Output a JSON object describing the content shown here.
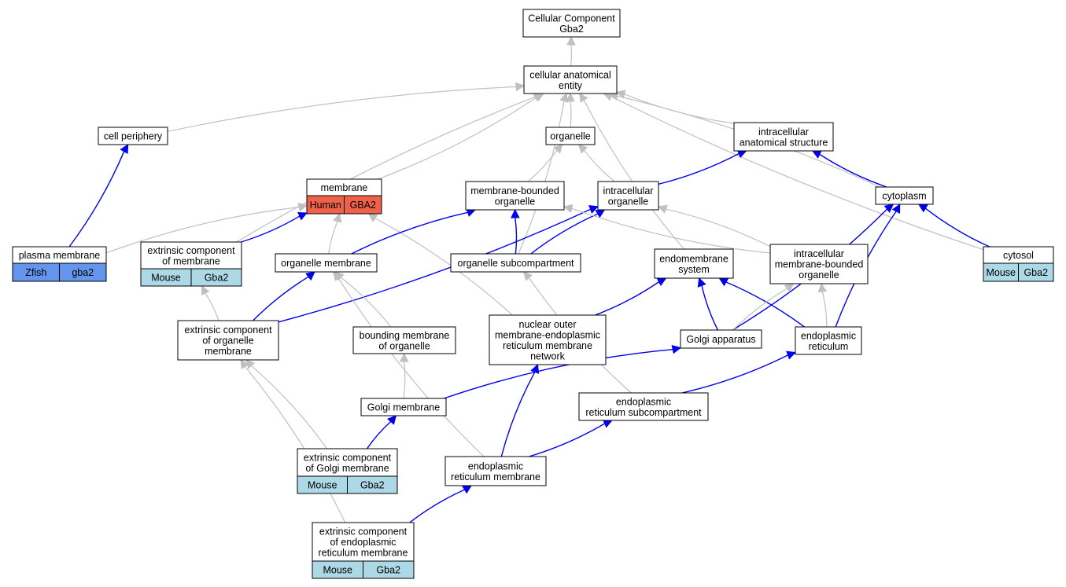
{
  "colors": {
    "gray_edge": "#c0c0c0",
    "blue_edge": "#0000ee",
    "human": "#f0614a",
    "mouse": "#add8e6",
    "zfish": "#6495ed"
  },
  "nodes": [
    {
      "id": "cc",
      "lines": [
        "Cellular Component",
        "Gba2"
      ]
    },
    {
      "id": "cae",
      "lines": [
        "cellular anatomical",
        "entity"
      ]
    },
    {
      "id": "cellper",
      "lines": [
        "cell periphery"
      ]
    },
    {
      "id": "organelle",
      "lines": [
        "organelle"
      ]
    },
    {
      "id": "ias",
      "lines": [
        "intracellular",
        "anatomical structure"
      ]
    },
    {
      "id": "membrane",
      "lines": [
        "membrane"
      ],
      "cells": [
        {
          "label": "Human",
          "species": "human"
        },
        {
          "label": "GBA2",
          "species": "human"
        }
      ]
    },
    {
      "id": "mbo",
      "lines": [
        "membrane-bounded",
        "organelle"
      ]
    },
    {
      "id": "io",
      "lines": [
        "intracellular",
        "organelle"
      ]
    },
    {
      "id": "cytoplasm",
      "lines": [
        "cytoplasm"
      ]
    },
    {
      "id": "plasma",
      "lines": [
        "plasma membrane"
      ],
      "cells": [
        {
          "label": "Zfish",
          "species": "zfish"
        },
        {
          "label": "gba2",
          "species": "zfish"
        }
      ]
    },
    {
      "id": "ecm",
      "lines": [
        "extrinsic component",
        "of membrane"
      ],
      "cells": [
        {
          "label": "Mouse",
          "species": "mouse"
        },
        {
          "label": "Gba2",
          "species": "mouse"
        }
      ]
    },
    {
      "id": "orgmem",
      "lines": [
        "organelle membrane"
      ]
    },
    {
      "id": "osub",
      "lines": [
        "organelle subcompartment"
      ]
    },
    {
      "id": "endosys",
      "lines": [
        "endomembrane",
        "system"
      ]
    },
    {
      "id": "imbo",
      "lines": [
        "intracellular",
        "membrane-bounded",
        "organelle"
      ]
    },
    {
      "id": "cytosol",
      "lines": [
        "cytosol"
      ],
      "cells": [
        {
          "label": "Mouse",
          "species": "mouse"
        },
        {
          "label": "Gba2",
          "species": "mouse"
        }
      ]
    },
    {
      "id": "ecom",
      "lines": [
        "extrinsic component",
        "of organelle",
        "membrane"
      ]
    },
    {
      "id": "bmo",
      "lines": [
        "bounding membrane",
        "of organelle"
      ]
    },
    {
      "id": "nomer",
      "lines": [
        "nuclear outer",
        "membrane-endoplasmic",
        "reticulum membrane",
        "network"
      ]
    },
    {
      "id": "golgi",
      "lines": [
        "Golgi apparatus"
      ]
    },
    {
      "id": "er",
      "lines": [
        "endoplasmic",
        "reticulum"
      ]
    },
    {
      "id": "golgimem",
      "lines": [
        "Golgi membrane"
      ]
    },
    {
      "id": "ersub",
      "lines": [
        "endoplasmic",
        "reticulum subcompartment"
      ]
    },
    {
      "id": "ecgm",
      "lines": [
        "extrinsic component",
        "of Golgi membrane"
      ],
      "cells": [
        {
          "label": "Mouse",
          "species": "mouse"
        },
        {
          "label": "Gba2",
          "species": "mouse"
        }
      ]
    },
    {
      "id": "erm",
      "lines": [
        "endoplasmic",
        "reticulum membrane"
      ]
    },
    {
      "id": "ecerm",
      "lines": [
        "extrinsic component",
        "of endoplasmic",
        "reticulum membrane"
      ],
      "cells": [
        {
          "label": "Mouse",
          "species": "mouse"
        },
        {
          "label": "Gba2",
          "species": "mouse"
        }
      ]
    }
  ],
  "edges": [
    {
      "from": "cae",
      "to": "cc",
      "kind": "gray"
    },
    {
      "from": "cellper",
      "to": "cae",
      "kind": "gray"
    },
    {
      "from": "organelle",
      "to": "cae",
      "kind": "gray"
    },
    {
      "from": "ias",
      "to": "cae",
      "kind": "gray"
    },
    {
      "from": "membrane",
      "to": "cae",
      "kind": "gray"
    },
    {
      "from": "ecm",
      "to": "cae",
      "kind": "gray"
    },
    {
      "from": "osub",
      "to": "cae",
      "kind": "gray"
    },
    {
      "from": "endosys",
      "to": "cae",
      "kind": "gray"
    },
    {
      "from": "cytoplasm",
      "to": "cae",
      "kind": "gray"
    },
    {
      "from": "cytosol",
      "to": "cae",
      "kind": "gray"
    },
    {
      "from": "mbo",
      "to": "organelle",
      "kind": "gray"
    },
    {
      "from": "io",
      "to": "organelle",
      "kind": "gray"
    },
    {
      "from": "io",
      "to": "ias",
      "kind": "blue"
    },
    {
      "from": "cytoplasm",
      "to": "ias",
      "kind": "blue"
    },
    {
      "from": "plasma",
      "to": "cellper",
      "kind": "blue"
    },
    {
      "from": "plasma",
      "to": "membrane",
      "kind": "gray"
    },
    {
      "from": "ecm",
      "to": "membrane",
      "kind": "blue"
    },
    {
      "from": "orgmem",
      "to": "membrane",
      "kind": "gray"
    },
    {
      "from": "nomer",
      "to": "membrane",
      "kind": "gray"
    },
    {
      "from": "orgmem",
      "to": "mbo",
      "kind": "blue"
    },
    {
      "from": "osub",
      "to": "mbo",
      "kind": "blue"
    },
    {
      "from": "osub",
      "to": "io",
      "kind": "blue"
    },
    {
      "from": "ecom",
      "to": "io",
      "kind": "blue"
    },
    {
      "from": "imbo",
      "to": "mbo",
      "kind": "gray"
    },
    {
      "from": "imbo",
      "to": "io",
      "kind": "gray"
    },
    {
      "from": "cytosol",
      "to": "cytoplasm",
      "kind": "blue"
    },
    {
      "from": "golgi",
      "to": "cytoplasm",
      "kind": "blue"
    },
    {
      "from": "er",
      "to": "cytoplasm",
      "kind": "blue"
    },
    {
      "from": "ecom",
      "to": "ecm",
      "kind": "gray"
    },
    {
      "from": "ecom",
      "to": "orgmem",
      "kind": "blue"
    },
    {
      "from": "bmo",
      "to": "orgmem",
      "kind": "gray"
    },
    {
      "from": "erm",
      "to": "orgmem",
      "kind": "gray"
    },
    {
      "from": "nomer",
      "to": "endosys",
      "kind": "blue"
    },
    {
      "from": "golgi",
      "to": "endosys",
      "kind": "blue"
    },
    {
      "from": "er",
      "to": "endosys",
      "kind": "blue"
    },
    {
      "from": "golgi",
      "to": "imbo",
      "kind": "gray"
    },
    {
      "from": "er",
      "to": "imbo",
      "kind": "gray"
    },
    {
      "from": "ersub",
      "to": "osub",
      "kind": "gray"
    },
    {
      "from": "golgimem",
      "to": "bmo",
      "kind": "gray"
    },
    {
      "from": "golgimem",
      "to": "golgi",
      "kind": "blue"
    },
    {
      "from": "ersub",
      "to": "er",
      "kind": "blue"
    },
    {
      "from": "ecgm",
      "to": "golgimem",
      "kind": "blue"
    },
    {
      "from": "ecgm",
      "to": "ecom",
      "kind": "gray"
    },
    {
      "from": "erm",
      "to": "nomer",
      "kind": "blue"
    },
    {
      "from": "erm",
      "to": "ersub",
      "kind": "blue"
    },
    {
      "from": "ecerm",
      "to": "erm",
      "kind": "blue"
    },
    {
      "from": "ecerm",
      "to": "ecom",
      "kind": "gray"
    }
  ]
}
